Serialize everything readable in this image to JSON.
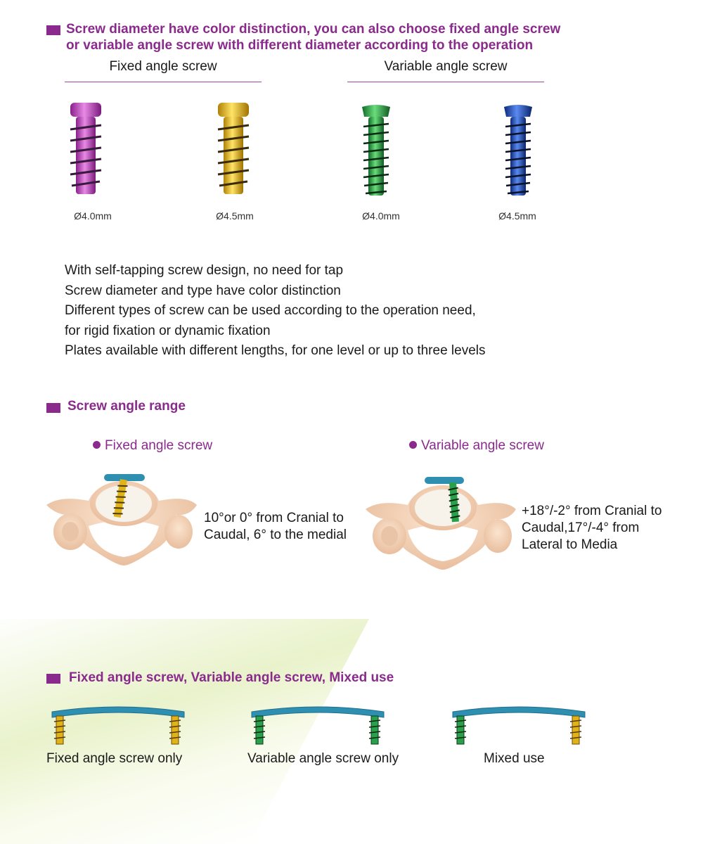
{
  "colors": {
    "accent": "#8a2a8c",
    "rule": "#9a4a9c",
    "screw_magenta": "#c03cc0",
    "screw_gold": "#e0b418",
    "screw_green": "#2aa04a",
    "screw_blue": "#1f4fb8",
    "bone": "#f2d3b8",
    "plate": "#2f8fb0"
  },
  "section1": {
    "title_line1": "Screw diameter have color distinction, you can also choose fixed angle screw",
    "title_line2": "or variable angle screw with different diameter according to the operation",
    "col_fixed": "Fixed angle screw",
    "col_variable": "Variable angle screw",
    "screws": [
      {
        "icon": "magenta-fixed-screw-icon",
        "diameter": "Ø4.0mm"
      },
      {
        "icon": "gold-fixed-screw-icon",
        "diameter": "Ø4.5mm"
      },
      {
        "icon": "green-variable-screw-icon",
        "diameter": "Ø4.0mm"
      },
      {
        "icon": "blue-variable-screw-icon",
        "diameter": "Ø4.5mm"
      }
    ]
  },
  "features": [
    "With self-tapping screw design, no need for tap",
    "Screw diameter and type have color distinction",
    "Different types of screw can be used according to the operation need,",
    "for rigid fixation or dynamic fixation",
    "Plates available with different lengths, for one level or up to three levels"
  ],
  "section2": {
    "title": "Screw angle range",
    "fixed": {
      "label": "Fixed angle screw",
      "line1": "10°or 0° from Cranial to",
      "line2": "Caudal, 6° to the medial"
    },
    "variable": {
      "label": "Variable angle screw",
      "line1": "+18°/-2° from Cranial to",
      "line2": "Caudal,17°/-4° from",
      "line3": "Lateral to Media"
    }
  },
  "section3": {
    "title": "Fixed angle screw, Variable angle screw, Mixed use",
    "captions": [
      "Fixed angle screw only",
      "Variable angle screw only",
      "Mixed use"
    ]
  }
}
